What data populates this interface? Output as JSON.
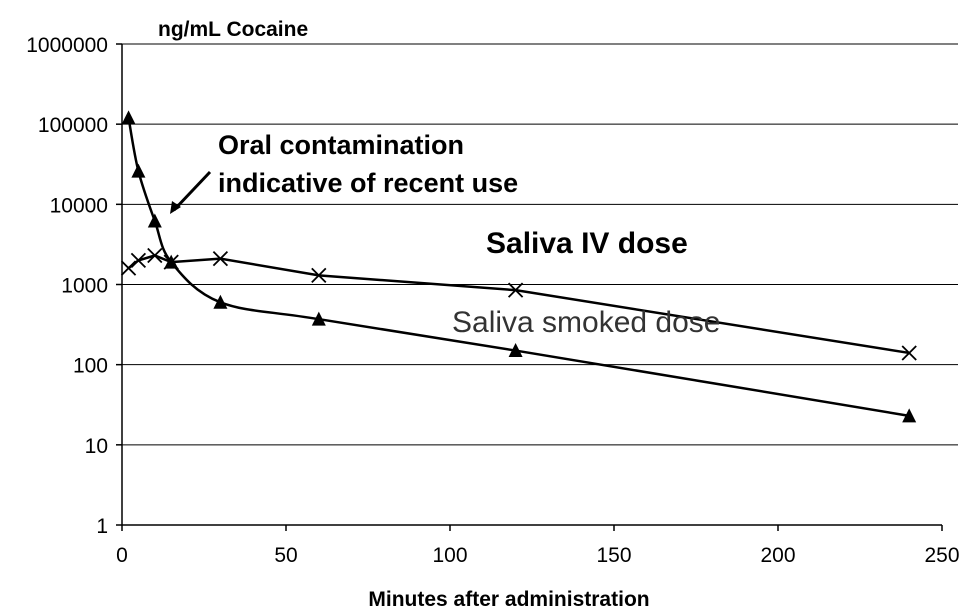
{
  "chart_data": {
    "type": "line",
    "ylabel": "ng/mL Cocaine",
    "xlabel": "Minutes after administration",
    "xlim": [
      0,
      250
    ],
    "ylim": [
      1,
      1000000
    ],
    "y_scale": "log",
    "grid": "horizontal",
    "x_ticks": [
      "0",
      "50",
      "100",
      "150",
      "200",
      "250"
    ],
    "y_ticks": [
      "1",
      "10",
      "100",
      "1000",
      "10000",
      "100000",
      "1000000"
    ],
    "series": [
      {
        "name": "Saliva smoked dose",
        "marker": "triangle",
        "color": "#000000",
        "x": [
          2,
          5,
          10,
          15,
          30,
          60,
          120,
          240
        ],
        "y": [
          120000,
          26000,
          6200,
          1900,
          600,
          370,
          150,
          23
        ]
      },
      {
        "name": "Saliva IV dose",
        "marker": "x",
        "color": "#000000",
        "x": [
          2,
          5,
          10,
          15,
          30,
          60,
          120,
          240
        ],
        "y": [
          1600,
          2000,
          2300,
          1900,
          2100,
          1300,
          850,
          140
        ]
      }
    ],
    "annotations": [
      {
        "text_line1": "Oral contamination",
        "text_line2": "indicative of recent use"
      }
    ]
  }
}
